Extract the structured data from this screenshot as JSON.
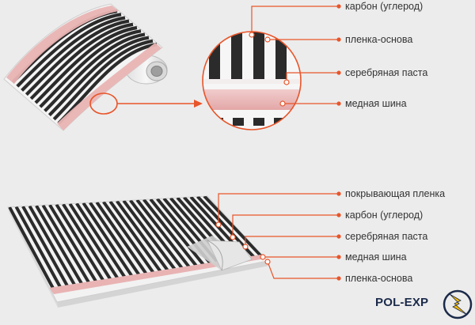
{
  "top_labels": [
    "карбон (углерод)",
    "пленка-основа",
    "серебряная паста",
    "медная шина"
  ],
  "bottom_labels": [
    "покрывающая пленка",
    "карбон (углерод)",
    "серебряная паста",
    "медная шина",
    "пленка-основа"
  ],
  "logo": {
    "text": "POL-EXP"
  },
  "colors": {
    "accent": "#e8552a",
    "carbon": "#2b2b2b",
    "film": "#f4f4f4",
    "copper_bus": "#e9b3b3",
    "background": "#ececec",
    "logo_navy": "#1b2a4a",
    "logo_yellow": "#f2b705"
  }
}
